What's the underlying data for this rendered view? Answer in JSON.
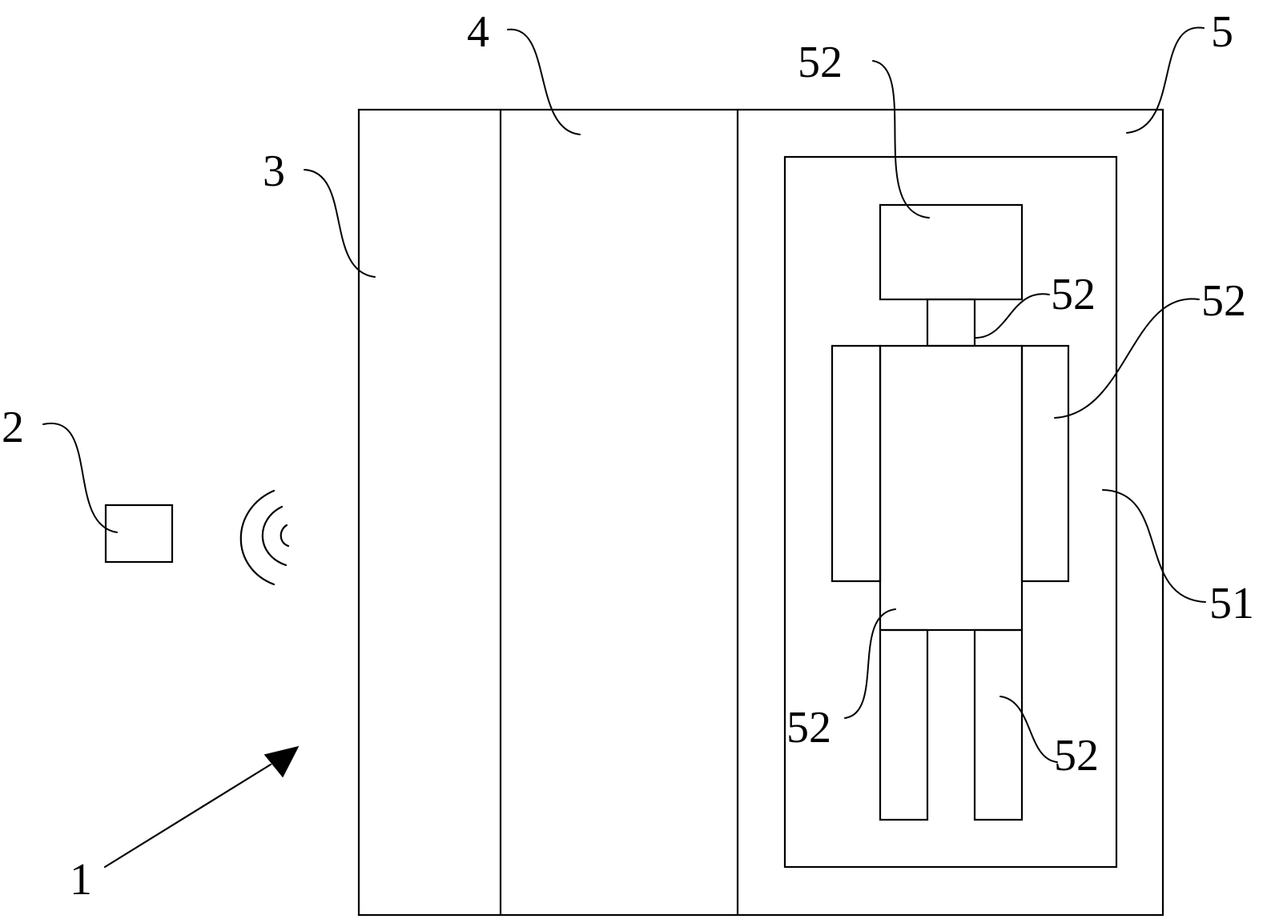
{
  "labels": {
    "system": "1",
    "terminal": "2",
    "panel_left": "3",
    "panel_middle": "4",
    "panel_right": "5",
    "inner_frame": "51",
    "head": "52",
    "neck": "52",
    "arm": "52",
    "torso": "52",
    "leg": "52"
  }
}
